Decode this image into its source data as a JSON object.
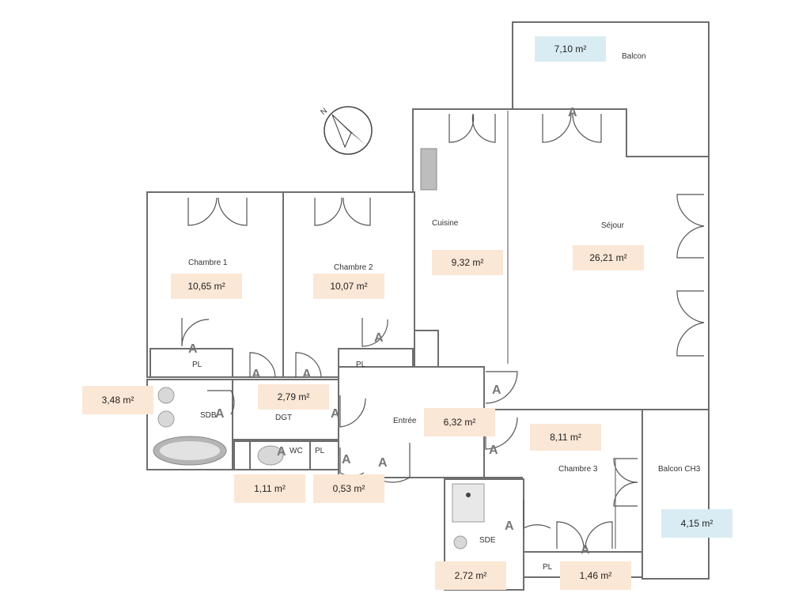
{
  "rooms": {
    "balcon": "Balcon",
    "cuisine": "Cuisine",
    "sejour": "Séjour",
    "chambre1": "Chambre 1",
    "chambre2": "Chambre 2",
    "pl1": "PL",
    "pl2": "PL",
    "sdb": "SDB",
    "dgt": "DGT",
    "wc": "WC",
    "pl3": "PL",
    "entree": "Entrée",
    "chambre3": "Chambre 3",
    "balcon_ch3": "Balcon CH3",
    "sde": "SDE",
    "pl4": "PL"
  },
  "areas": {
    "balcon": "7,10 m²",
    "cuisine": "9,32 m²",
    "sejour": "26,21 m²",
    "chambre1": "10,65 m²",
    "chambre2": "10,07 m²",
    "sdb": "3,48 m²",
    "dgt": "2,79 m²",
    "entree": "6,32 m²",
    "chambre3": "8,11 m²",
    "wc": "1,11 m²",
    "pl": "0,53 m²",
    "balcon_ch3": "4,15 m²",
    "sde": "2,72 m²",
    "pl_ch3": "1,46 m²"
  },
  "marker_letter": "A",
  "compass_letter": "N",
  "colors": {
    "interior_label_bg": "#fbe7d6",
    "exterior_label_bg": "#d9ecf3",
    "wall": "#6e6e6e"
  }
}
